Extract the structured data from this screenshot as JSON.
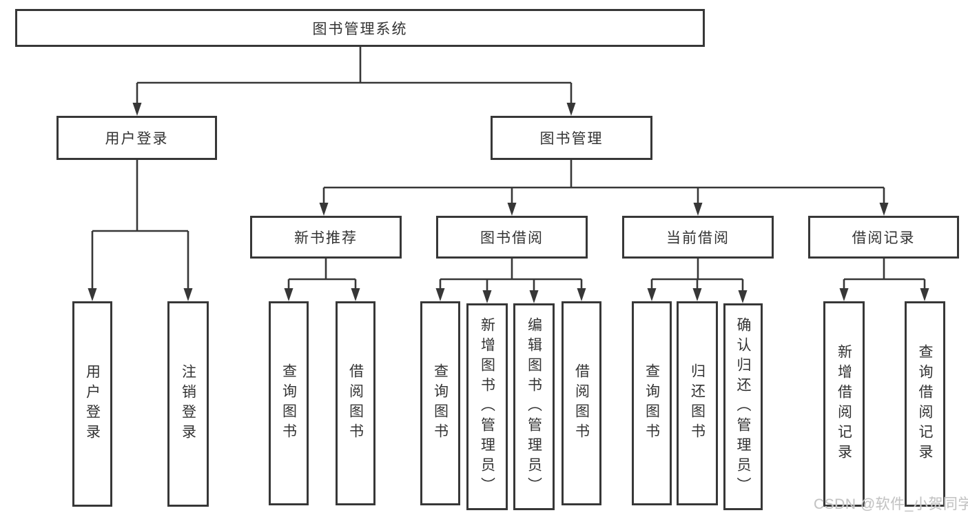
{
  "diagram_title": "图书管理系统",
  "nodes": {
    "root": {
      "label": "图书管理系统"
    },
    "level2": [
      {
        "label": "用户登录"
      },
      {
        "label": "图书管理"
      }
    ],
    "level3": [
      {
        "label": "新书推荐"
      },
      {
        "label": "图书借阅"
      },
      {
        "label": "当前借阅"
      },
      {
        "label": "借阅记录"
      }
    ],
    "leaves": [
      {
        "label": "用户登录"
      },
      {
        "label": "注销登录"
      },
      {
        "label": "查询图书"
      },
      {
        "label": "借阅图书"
      },
      {
        "label": "查询图书"
      },
      {
        "label": "新增图书（管理员）"
      },
      {
        "label": "编辑图书（管理员）"
      },
      {
        "label": "借阅图书"
      },
      {
        "label": "查询图书"
      },
      {
        "label": "归还图书"
      },
      {
        "label": "确认归还（管理员）"
      },
      {
        "label": "新增借阅记录"
      },
      {
        "label": "查询借阅记录"
      }
    ]
  },
  "colors": {
    "line": "#373737",
    "text": "#333333",
    "background": "#ffffff",
    "watermark": "#c3c3c3"
  },
  "watermark": {
    "text": "CSDN @软件_小贺同学"
  }
}
